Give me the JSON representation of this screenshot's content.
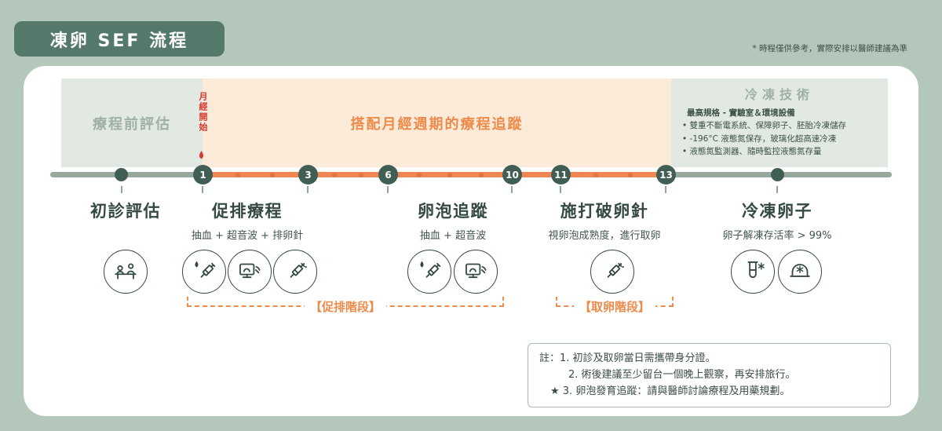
{
  "colors": {
    "background": "#b4c7bb",
    "card": "#ffffff",
    "badge_green": "#54796a",
    "accent_orange": "#ee8a4a",
    "timeline_orange": "#ef8755",
    "timeline_gray": "#97a99c",
    "node_green": "#415e54",
    "band_gray": "#e2e9e3",
    "band_peach": "#fcebd9",
    "ink": "#34493f",
    "red": "#d53a2f"
  },
  "header": {
    "title": "凍卵 SEF 流程",
    "disclaimer": "* 時程僅供參考，實際安排以醫師建議為準"
  },
  "bands": {
    "pre_label": "療程前評估",
    "cycle_label": "搭配月經週期的療程追蹤",
    "period_start": "月經開始",
    "freeze": {
      "title": "冷凍技術",
      "line1": "最高規格 - 實驗室＆環境設備",
      "bullets": [
        "• 雙重不斷電系統、保障卵子、胚胎冷凍儲存",
        "• -196°C 液態氮保存，玻璃化超高速冷凍",
        "• 液態氮監測器、隨時監控液態氮存量"
      ]
    }
  },
  "timeline": {
    "days": [
      "1",
      "3",
      "6",
      "10",
      "11",
      "13"
    ]
  },
  "stages": {
    "consult": {
      "title": "初診評估"
    },
    "stimulation": {
      "title": "促排療程",
      "subtitle": "抽血 + 超音波 + 排卵針"
    },
    "tracking": {
      "title": "卵泡追蹤",
      "subtitle": "抽血 + 超音波"
    },
    "trigger": {
      "title": "施打破卵針",
      "subtitle": "視卵泡成熟度，進行取卵"
    },
    "freeze": {
      "title": "冷凍卵子",
      "subtitle": "卵子解凍存活率 > 99%"
    }
  },
  "phases": {
    "stimulation": "【促排階段】",
    "retrieval": "【取卵階段】"
  },
  "notes": {
    "line1": "註：1. 初診及取卵當日需攜帶身分證。",
    "line2": "2. 術後建議至少留台一個晚上觀察，再安排旅行。",
    "line3": "★ 3. 卵泡發育追蹤：請與醫師討論療程及用藥規劃。"
  }
}
